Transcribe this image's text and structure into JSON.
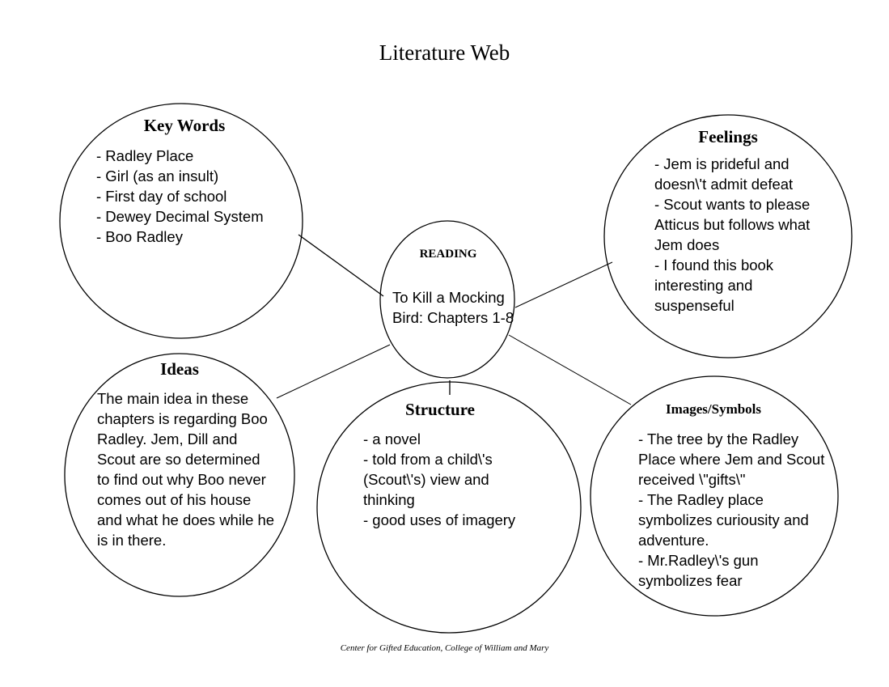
{
  "title": "Literature Web",
  "center": {
    "label": "READING",
    "lines": [
      "To Kill a Mocking",
      "Bird: Chapters 1-8"
    ]
  },
  "key_words": {
    "heading": "Key Words",
    "lines": [
      "- Radley Place",
      "- Girl (as an insult)",
      "- First day of school",
      "- Dewey Decimal System",
      "- Boo Radley"
    ]
  },
  "feelings": {
    "heading": "Feelings",
    "lines": [
      "- Jem is prideful and",
      "doesn\\'t admit defeat",
      "- Scout wants to please",
      "Atticus but follows what",
      "Jem does",
      "- I found this book",
      "interesting and",
      "suspenseful"
    ]
  },
  "ideas": {
    "heading": "Ideas",
    "lines": [
      "The main idea in these",
      "chapters is regarding Boo",
      "Radley. Jem, Dill and",
      "Scout are so determined",
      "to find out why Boo never",
      "comes out of his house",
      "and what he does while he",
      "is in there."
    ]
  },
  "structure": {
    "heading": "Structure",
    "lines": [
      "- a novel",
      "- told from a child\\'s",
      "(Scout\\'s) view and",
      "thinking",
      "- good uses of imagery"
    ]
  },
  "images_symbols": {
    "heading": "Images/Symbols",
    "lines": [
      "- The tree by the Radley",
      "Place where Jem and Scout",
      "received \\\"gifts\\\"",
      "- The Radley place",
      "symbolizes curiousity and",
      "adventure.",
      "- Mr.Radley\\'s gun",
      "symbolizes fear"
    ]
  },
  "footer": "Center for Gifted Education, College of William and Mary"
}
